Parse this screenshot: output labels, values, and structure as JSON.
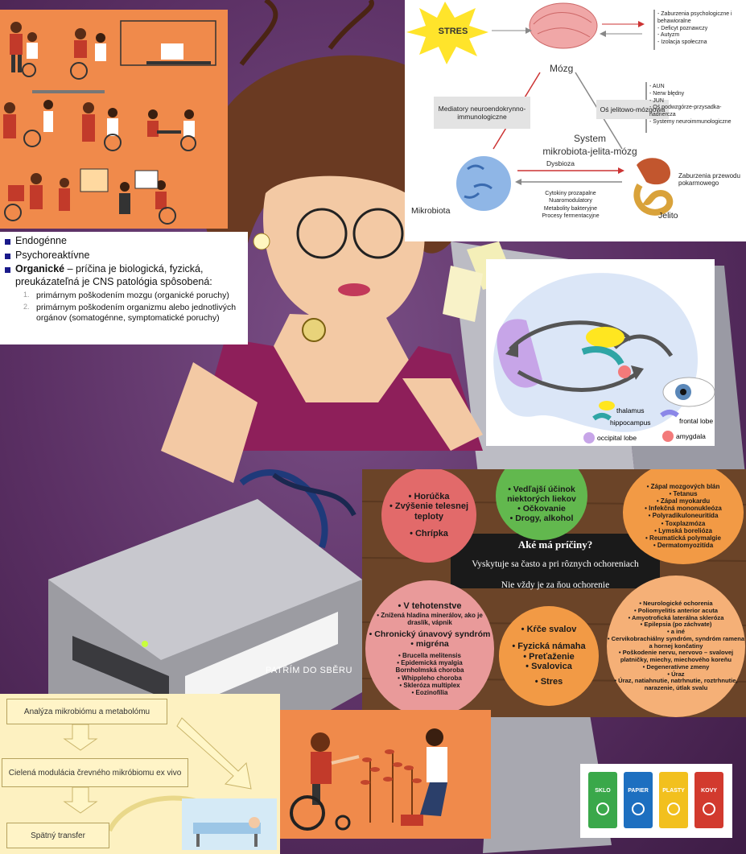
{
  "text_panel": {
    "items": [
      {
        "label": "Endogénne"
      },
      {
        "label": "Psychoreaktívne"
      },
      {
        "bold": "Organické",
        "rest": " – príčina je biologická, fyzická, preukázateľná je CNS patológia spôsobená:"
      }
    ],
    "sub_items": [
      {
        "num": "1.",
        "label": "primárnym poškodením mozgu (organické poruchy)"
      },
      {
        "num": "2.",
        "label": "primárnym poškodením organizmu alebo jednotlivých orgánov (somatogénne, symptomatické poruchy)"
      }
    ]
  },
  "gut_brain": {
    "stres": "STRES",
    "mozg": "Mózg",
    "mediatory": "Mediatory neuroendokrynno-immunologiczne",
    "os": "Oś jelitowo-mózgowa",
    "system1": "System",
    "system2": "mikrobiota-jelita-mózg",
    "dysbioza": "Dysbioza",
    "mikrobiota": "Mikrobiota",
    "jelito": "Jelito",
    "zaburzenia": "Zaburzenia przewodu pokarmowego",
    "center_list": [
      "Cytokiny prozapalne",
      "Nuaromodulatory",
      "Metabolity bakteryjne",
      "Procesy fermentacyjne"
    ],
    "right_list1": [
      "- Zaburzenia psychologiczne i behawioralne",
      "- Deficyt poznawczy",
      "- Autyzm",
      "- Izolacja społeczna"
    ],
    "right_list2": [
      "- AUN",
      "- Nerw błędny",
      "- JUN",
      "- Oś podwzgórze-przysadka-nadnercza",
      "- Systemy neuroimmunologiczne"
    ]
  },
  "brain": {
    "thalamus": "thalamus",
    "hippocampus": "hippocampus",
    "frontal": "frontal lobe",
    "occipital": "occipital lobe",
    "amygdala": "amygdala"
  },
  "causes": {
    "question": "Aké má príčiny?",
    "line1": "Vyskytuje sa často a pri rôznych ochoreniach",
    "line2": "Nie vždy je za ňou ochorenie",
    "red": [
      "• Horúčka",
      "• Zvýšenie telesnej teploty",
      "• Chrípka"
    ],
    "green": [
      "• Vedľajší účinok niektorých liekov",
      "• Očkovanie",
      "• Drogy, alkohol"
    ],
    "orange_top": [
      "• Zápal mozgových blán",
      "• Tetanus",
      "• Zápal myokardu",
      "• Infekčná mononukleóza",
      "• Polyradikuloneuritída",
      "• Toxplazmóza",
      "• Lymská borelióza",
      "• Reumatická polymalgie",
      "• Dermatomyozitída"
    ],
    "pink": [
      "• V tehotenstve",
      "• Znížená hladina minerálov, ako je draslík, vápnik",
      "• Chronický únavový syndróm",
      "• migréna",
      "• Brucella melitensis",
      "• Epidemická myalgia",
      "Bornholmská choroba",
      "• Whippleho choroba",
      "• Skleróza multiplex",
      "• Eozinofília"
    ],
    "mid": [
      "• Kŕče svalov",
      "• Fyzická námaha",
      "• Preťaženie",
      "• Svalovica",
      "• Stres"
    ],
    "right": [
      "• Neurologické ochorenia",
      "• Poliomyelitis anterior acuta",
      "• Amyotrofická laterálna skleróza",
      "• Epilepsia (po záchvate)",
      "• a iné",
      "• Cervikobrachiálny syndróm, syndróm ramena a hornej končatiny",
      "• Poškodenie nervu, nervovo – svalovej platničky, miechy, miechového koreňu",
      "• Degeneratívne zmeny",
      "• Úraz",
      "• Úraz, natiahnutie, natrhnutie, roztrhnutie, narazenie, útlak svalu"
    ]
  },
  "flow": {
    "step1": "Analýza mikrobiómu a metabolómu",
    "step2": "Cielená modulácia črevného mikróbiomu ex vivo",
    "step3": "Spätný transfer"
  },
  "printer_label": "PATŘÍM DO SBĚRU",
  "bins": [
    "SKLO",
    "PAPIER",
    "PLASTY",
    "KOVY"
  ],
  "colors": {
    "orange_card": "#f08a4b",
    "bin_green": "#3aa84a",
    "bin_blue": "#1d6fc0",
    "bin_yellow": "#f2c01e",
    "bin_red": "#d23a2e"
  }
}
